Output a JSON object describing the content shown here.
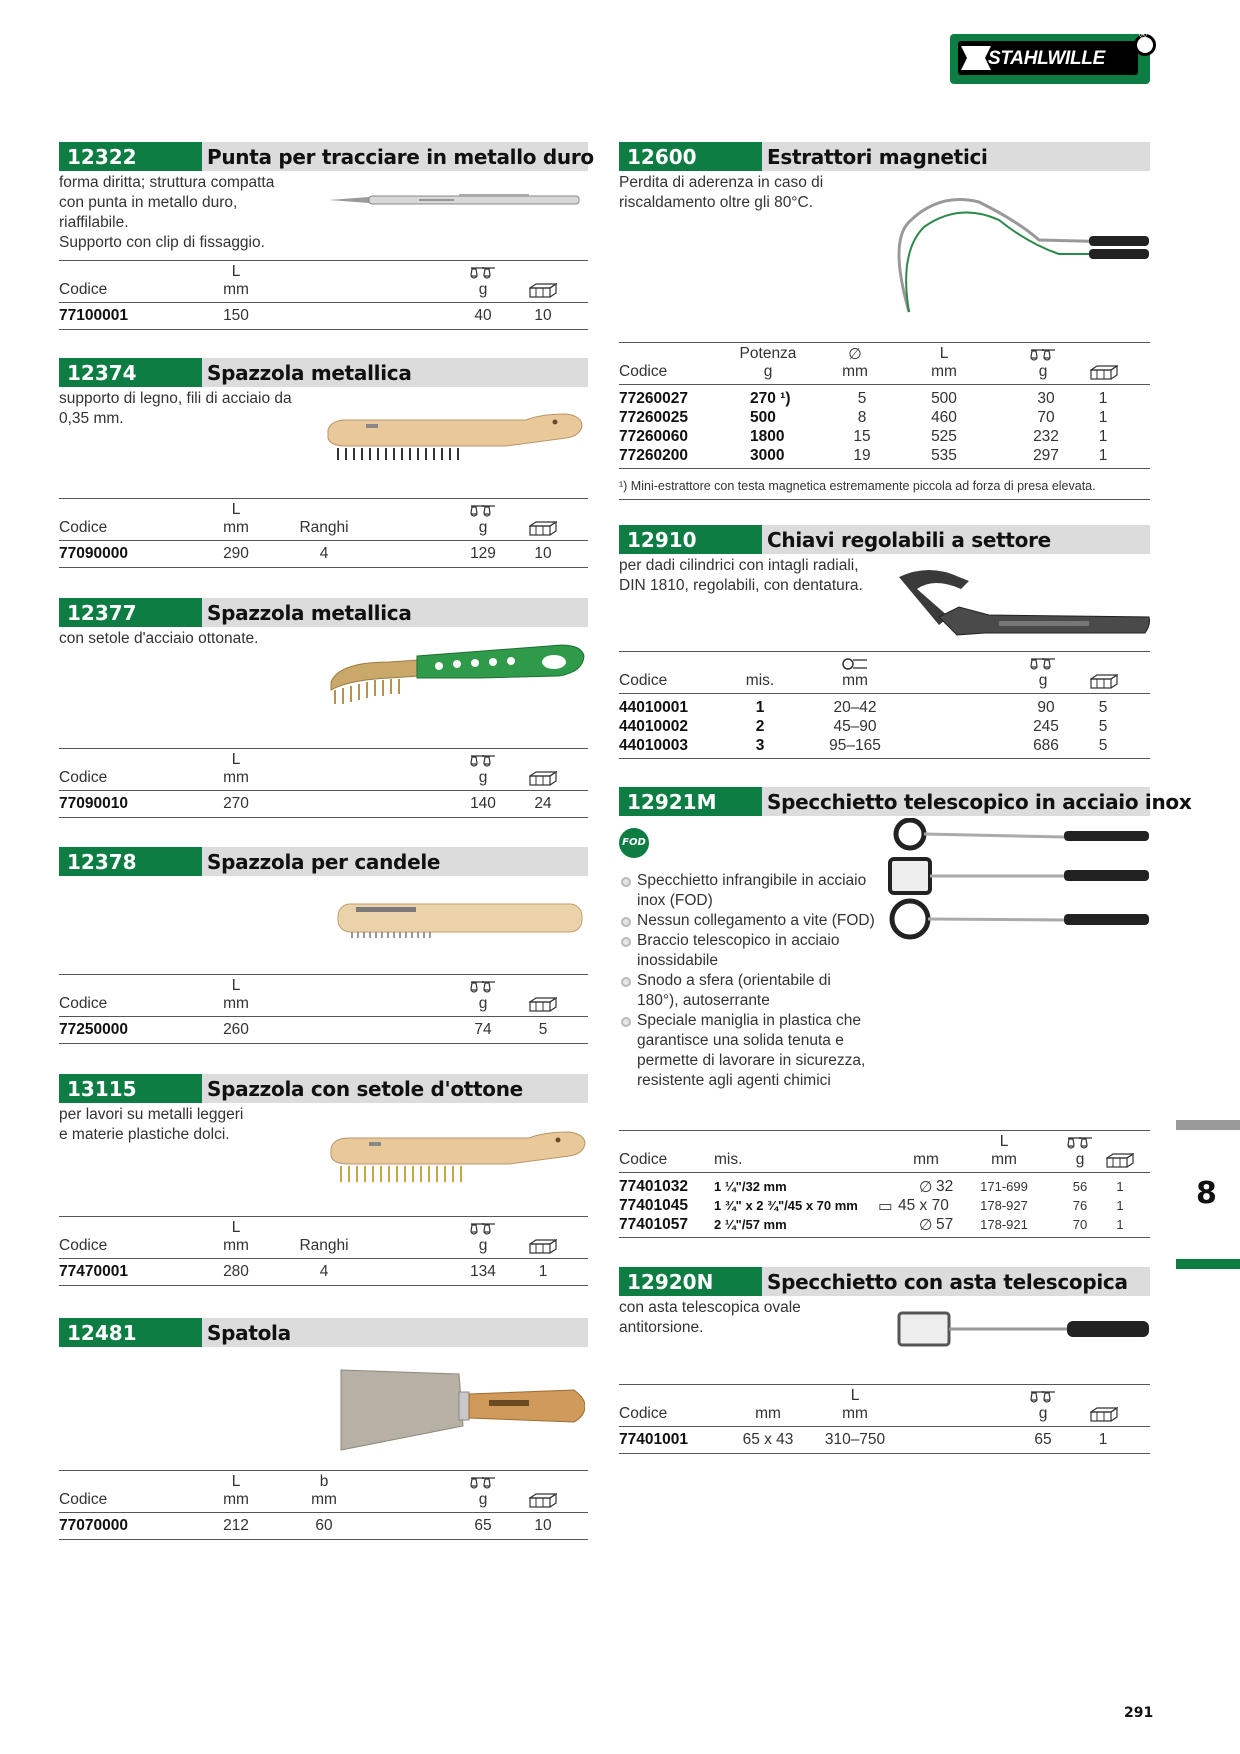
{
  "brand": {
    "logo_text": "STAHLWILLE",
    "reg": "®"
  },
  "icons": {
    "weight": "scale-icon",
    "packaging": "box-icon"
  },
  "colors": {
    "accent": "#0d7d43",
    "header_gray": "#dcdcdc"
  },
  "chapter": "8",
  "page_number": "291",
  "p12322": {
    "code": "12322",
    "title": "Punta per tracciare in metallo duro",
    "desc": [
      "forma diritta; struttura compatta",
      "con punta in metallo duro,",
      "riaffilabile.",
      "Supporto con clip di fissaggio."
    ],
    "h_codice": "Codice",
    "h_L": "L",
    "h_mm": "mm",
    "h_g": "g",
    "rows": [
      {
        "code": "77100001",
        "L": "150",
        "g": "40",
        "pack": "10"
      }
    ]
  },
  "p12374": {
    "code": "12374",
    "title": "Spazzola metallica",
    "desc": [
      "supporto di legno, fili di acciaio da",
      "0,35 mm."
    ],
    "h_codice": "Codice",
    "h_L": "L",
    "h_mm": "mm",
    "h_ranghi": "Ranghi",
    "h_g": "g",
    "rows": [
      {
        "code": "77090000",
        "L": "290",
        "ranghi": "4",
        "g": "129",
        "pack": "10"
      }
    ]
  },
  "p12377": {
    "code": "12377",
    "title": "Spazzola metallica",
    "desc": [
      "con setole d'acciaio ottonate."
    ],
    "h_codice": "Codice",
    "h_L": "L",
    "h_mm": "mm",
    "h_g": "g",
    "rows": [
      {
        "code": "77090010",
        "L": "270",
        "g": "140",
        "pack": "24"
      }
    ]
  },
  "p12378": {
    "code": "12378",
    "title": "Spazzola per candele",
    "h_codice": "Codice",
    "h_L": "L",
    "h_mm": "mm",
    "h_g": "g",
    "rows": [
      {
        "code": "77250000",
        "L": "260",
        "g": "74",
        "pack": "5"
      }
    ]
  },
  "p13115": {
    "code": "13115",
    "title": "Spazzola con setole d'ottone",
    "desc": [
      "per lavori su metalli leggeri",
      "e materie plastiche dolci."
    ],
    "h_codice": "Codice",
    "h_L": "L",
    "h_mm": "mm",
    "h_ranghi": "Ranghi",
    "h_g": "g",
    "rows": [
      {
        "code": "77470001",
        "L": "280",
        "ranghi": "4",
        "g": "134",
        "pack": "1"
      }
    ]
  },
  "p12481": {
    "code": "12481",
    "title": "Spatola",
    "h_codice": "Codice",
    "h_L": "L",
    "h_b": "b",
    "h_mm": "mm",
    "h_g": "g",
    "rows": [
      {
        "code": "77070000",
        "L": "212",
        "b": "60",
        "g": "65",
        "pack": "10"
      }
    ]
  },
  "p12600": {
    "code": "12600",
    "title": "Estrattori magnetici",
    "desc": [
      "Perdita di aderenza in caso di",
      "riscaldamento oltre gli 80°C."
    ],
    "h_codice": "Codice",
    "h_potenza": "Potenza",
    "h_g": "g",
    "h_diam": "∅",
    "h_mm": "mm",
    "h_L": "L",
    "rows": [
      {
        "code": "77260027",
        "potenza": "270 ¹)",
        "diam": "5",
        "L": "500",
        "g": "30",
        "pack": "1"
      },
      {
        "code": "77260025",
        "potenza": "500",
        "diam": "8",
        "L": "460",
        "g": "70",
        "pack": "1"
      },
      {
        "code": "77260060",
        "potenza": "1800",
        "diam": "15",
        "L": "525",
        "g": "232",
        "pack": "1"
      },
      {
        "code": "77260200",
        "potenza": "3000",
        "diam": "19",
        "L": "535",
        "g": "297",
        "pack": "1"
      }
    ],
    "footnote": "¹) Mini-estrattore con testa magnetica estremamente piccola ad forza di presa elevata."
  },
  "p12910": {
    "code": "12910",
    "title": "Chiavi regolabili a settore",
    "desc": [
      "per dadi cilindrici con intagli radiali,",
      "DIN 1810, regolabili, con dentatura."
    ],
    "h_codice": "Codice",
    "h_mis": "mis.",
    "h_mm": "mm",
    "h_g": "g",
    "rows": [
      {
        "code": "44010001",
        "mis": "1",
        "range": "20–42",
        "g": "90",
        "pack": "5"
      },
      {
        "code": "44010002",
        "mis": "2",
        "range": "45–90",
        "g": "245",
        "pack": "5"
      },
      {
        "code": "44010003",
        "mis": "3",
        "range": "95–165",
        "g": "686",
        "pack": "5"
      }
    ]
  },
  "p12921M": {
    "code": "12921M",
    "title": "Specchietto telescopico in acciaio inox",
    "fod_label": "FOD",
    "bullets": [
      [
        "Specchietto infrangibile in acciaio",
        "inox (FOD)"
      ],
      [
        "Nessun collegamento a vite (FOD)"
      ],
      [
        "Braccio telescopico in acciaio",
        "inossidabile"
      ],
      [
        "Snodo a sfera (orientabile di",
        "180°), autoserrante"
      ],
      [
        "Speciale maniglia in plastica che",
        "garantisce una solida tenuta e",
        "permette di lavorare in sicurezza,",
        "resistente agli agenti chimici"
      ]
    ],
    "h_codice": "Codice",
    "h_mis": "mis.",
    "h_mm": "mm",
    "h_L": "L",
    "h_g": "g",
    "rows": [
      {
        "code": "77401032",
        "mis": "1 ¼\"/32 mm",
        "sym": "∅",
        "dim": "32",
        "L": "171-699",
        "g": "56",
        "pack": "1"
      },
      {
        "code": "77401045",
        "mis": "1 ¾\" x 2 ¾\"/45 x 70 mm",
        "sym": "▭",
        "dim": "45 x 70",
        "L": "178-927",
        "g": "76",
        "pack": "1"
      },
      {
        "code": "77401057",
        "mis": "2 ¼\"/57 mm",
        "sym": "∅",
        "dim": "57",
        "L": "178-921",
        "g": "70",
        "pack": "1"
      }
    ]
  },
  "p12920N": {
    "code": "12920N",
    "title": "Specchietto con asta telescopica",
    "desc": [
      "con asta telescopica ovale",
      "antitorsione."
    ],
    "h_codice": "Codice",
    "h_mm": "mm",
    "h_L": "L",
    "h_g": "g",
    "rows": [
      {
        "code": "77401001",
        "size": "65 x 43",
        "L": "310–750",
        "g": "65",
        "pack": "1"
      }
    ]
  }
}
